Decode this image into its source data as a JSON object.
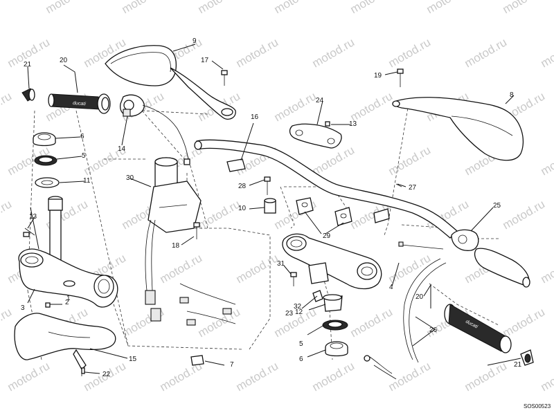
{
  "diagram": {
    "reference_code": "SOS00523",
    "watermark_text": "motod.ru",
    "grip_brand_text": "ducati",
    "callouts": [
      "1",
      "2",
      "3",
      "4",
      "5",
      "5",
      "6",
      "6",
      "7",
      "8",
      "9",
      "10",
      "11",
      "12",
      "13",
      "13",
      "14",
      "15",
      "16",
      "17",
      "18",
      "19",
      "20",
      "20",
      "21",
      "21",
      "22",
      "23",
      "24",
      "25",
      "26",
      "27",
      "28",
      "29",
      "30",
      "31",
      "32"
    ]
  }
}
